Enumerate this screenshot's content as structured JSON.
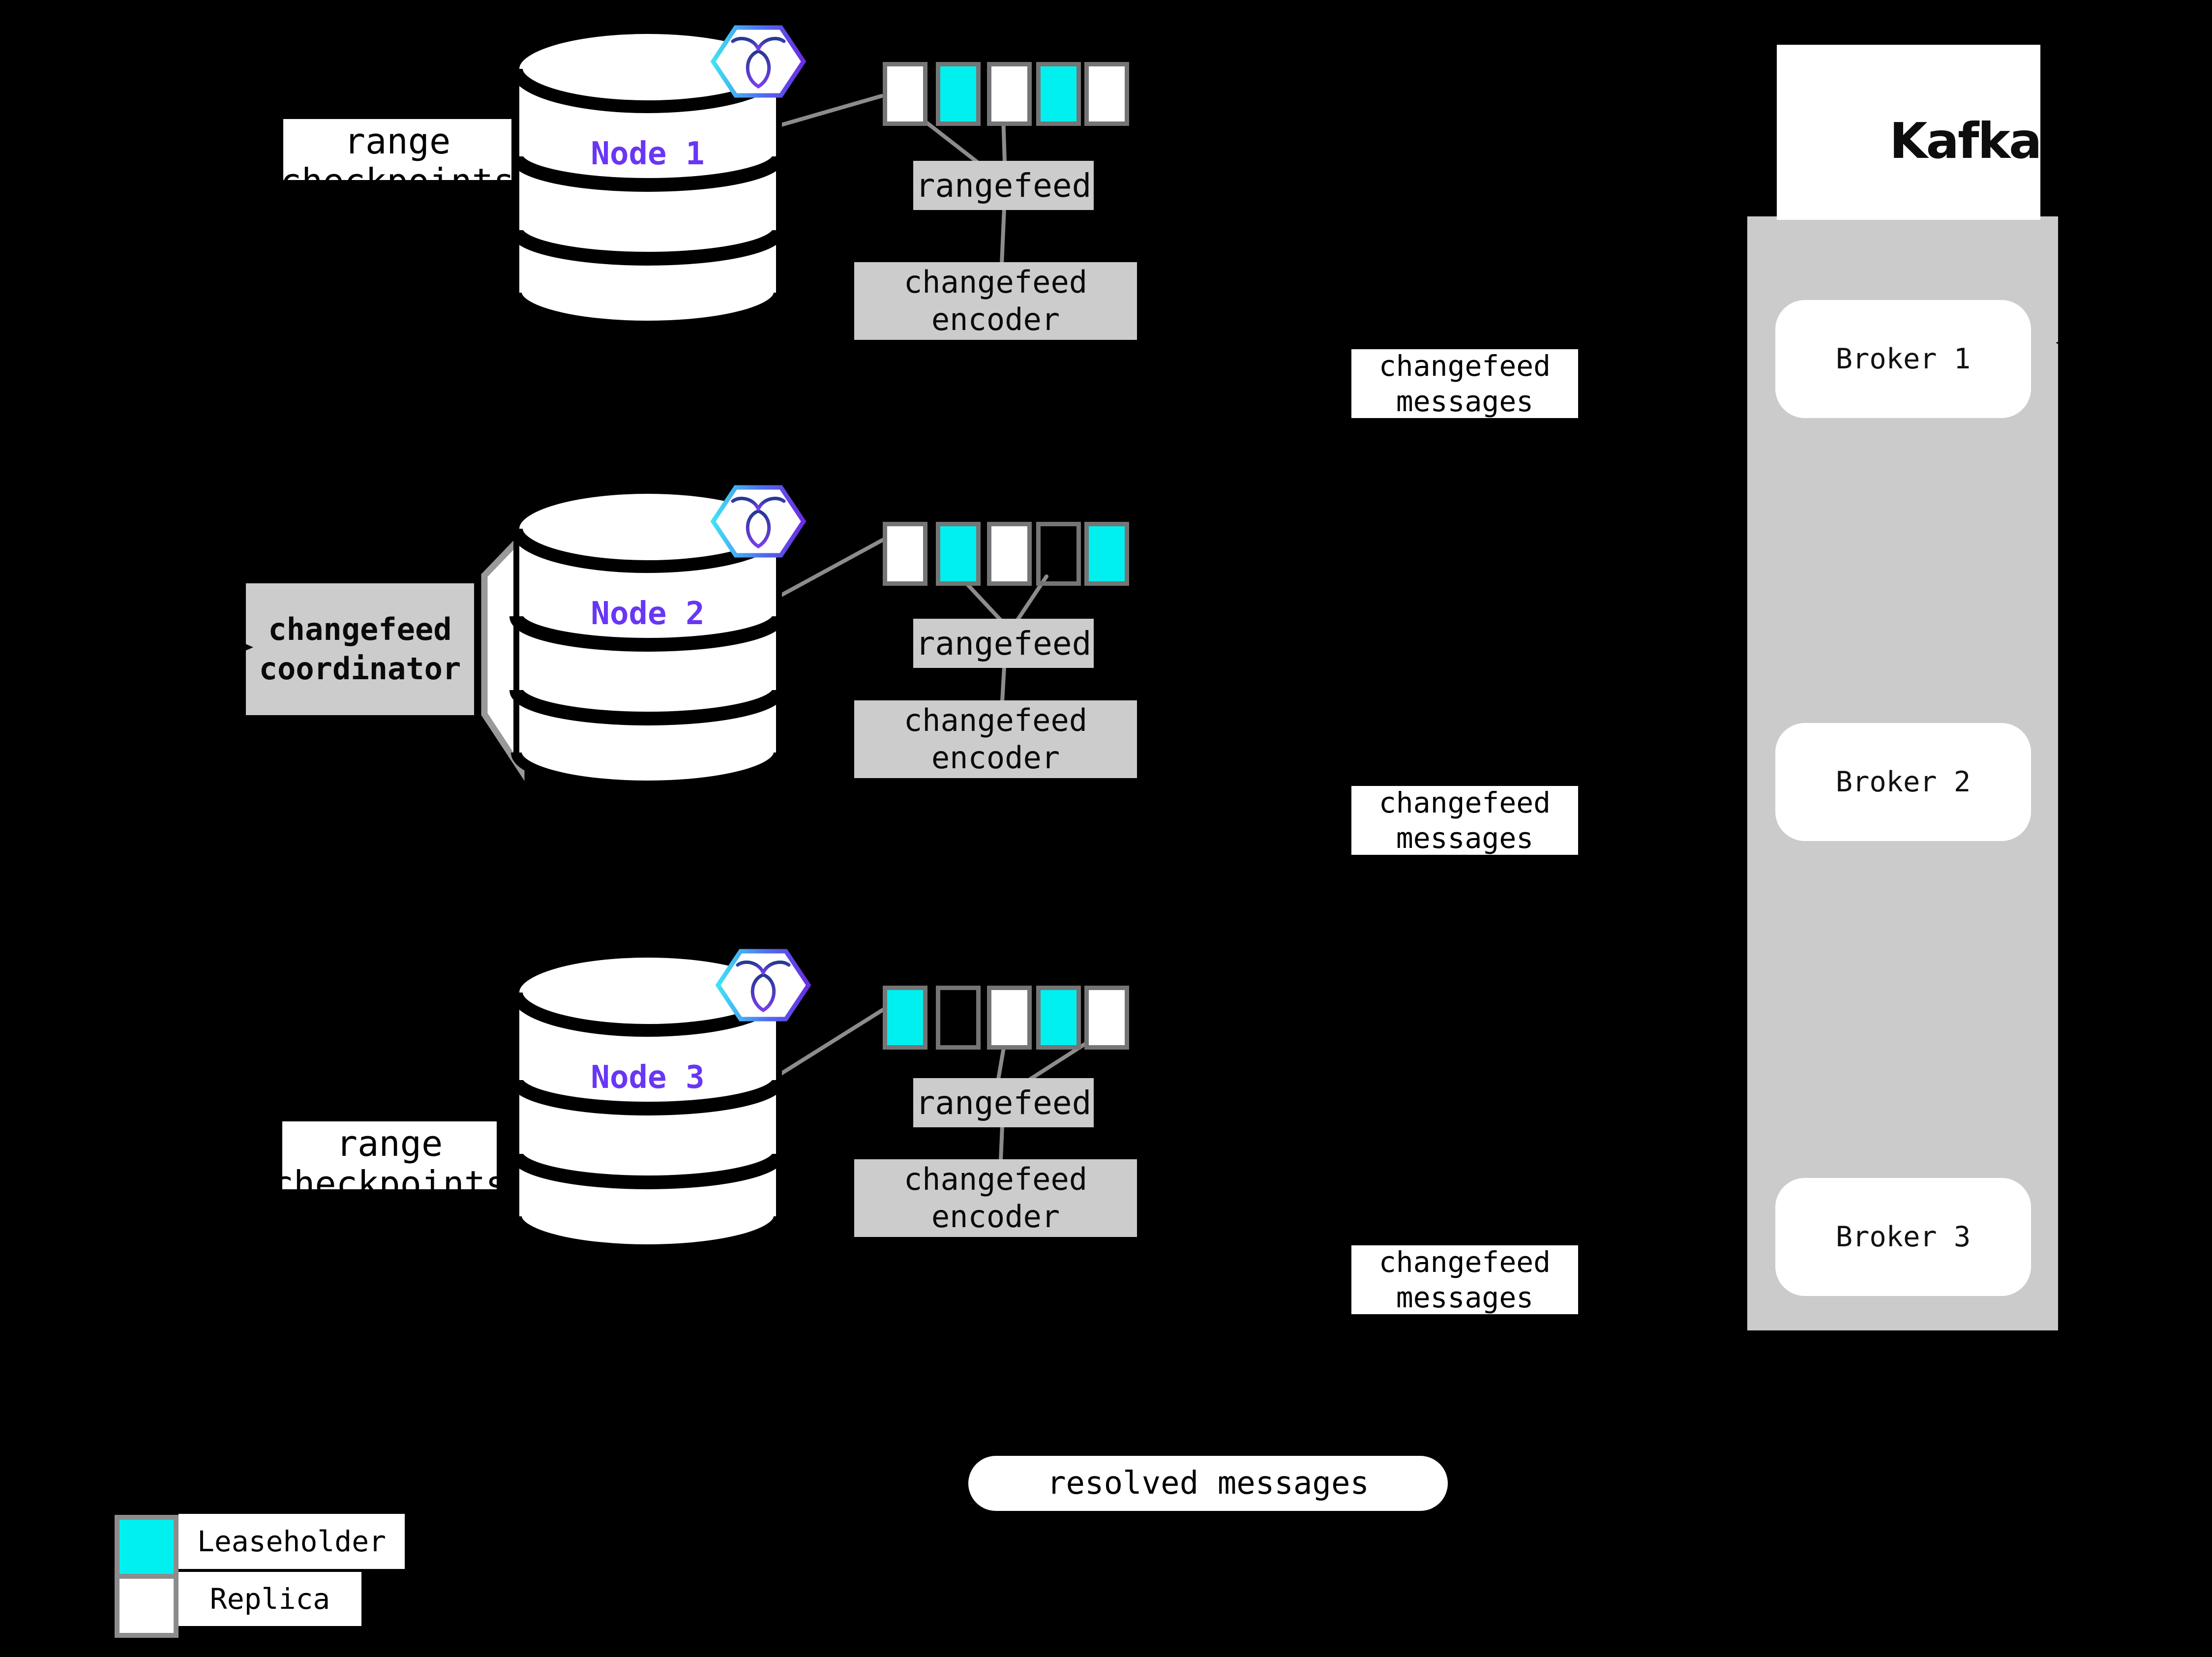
{
  "colors": {
    "background": "#000000",
    "leaseholder": "#00f0f0",
    "replica": "#ffffff",
    "node_label_purple": "#6936f5",
    "panel_gray": "#cbcbcb",
    "box_gray": "#cccccc",
    "connector_gray": "#8c8c8c"
  },
  "nodes": [
    {
      "name": "Node 1",
      "range_checkpoints": [
        "range",
        "checkpoints"
      ],
      "rangefeed": "rangefeed",
      "encoder": [
        "changefeed",
        "encoder"
      ],
      "ranges": [
        "replica",
        "leaseholder",
        "replica",
        "leaseholder",
        "replica"
      ]
    },
    {
      "name": "Node 2",
      "coordinator": [
        "changefeed",
        "coordinator"
      ],
      "rangefeed": "rangefeed",
      "encoder": [
        "changefeed",
        "encoder"
      ],
      "ranges": [
        "replica",
        "leaseholder",
        "replica",
        "unfilled",
        "leaseholder"
      ]
    },
    {
      "name": "Node 3",
      "range_checkpoints": [
        "range",
        "checkpoints"
      ],
      "rangefeed": "rangefeed",
      "encoder": [
        "changefeed",
        "encoder"
      ],
      "ranges": [
        "leaseholder",
        "unfilled",
        "replica",
        "leaseholder",
        "replica"
      ]
    }
  ],
  "flows": {
    "changefeed_messages": [
      [
        "changefeed",
        "messages"
      ],
      [
        "changefeed",
        "messages"
      ],
      [
        "changefeed",
        "messages"
      ]
    ],
    "resolved_messages": "resolved messages"
  },
  "kafka": {
    "wordmark": "Kafka",
    "brokers": [
      "Broker 1",
      "Broker 2",
      "Broker 3"
    ]
  },
  "legend": {
    "leaseholder_label": "Leaseholder",
    "replica_label": "Replica"
  }
}
